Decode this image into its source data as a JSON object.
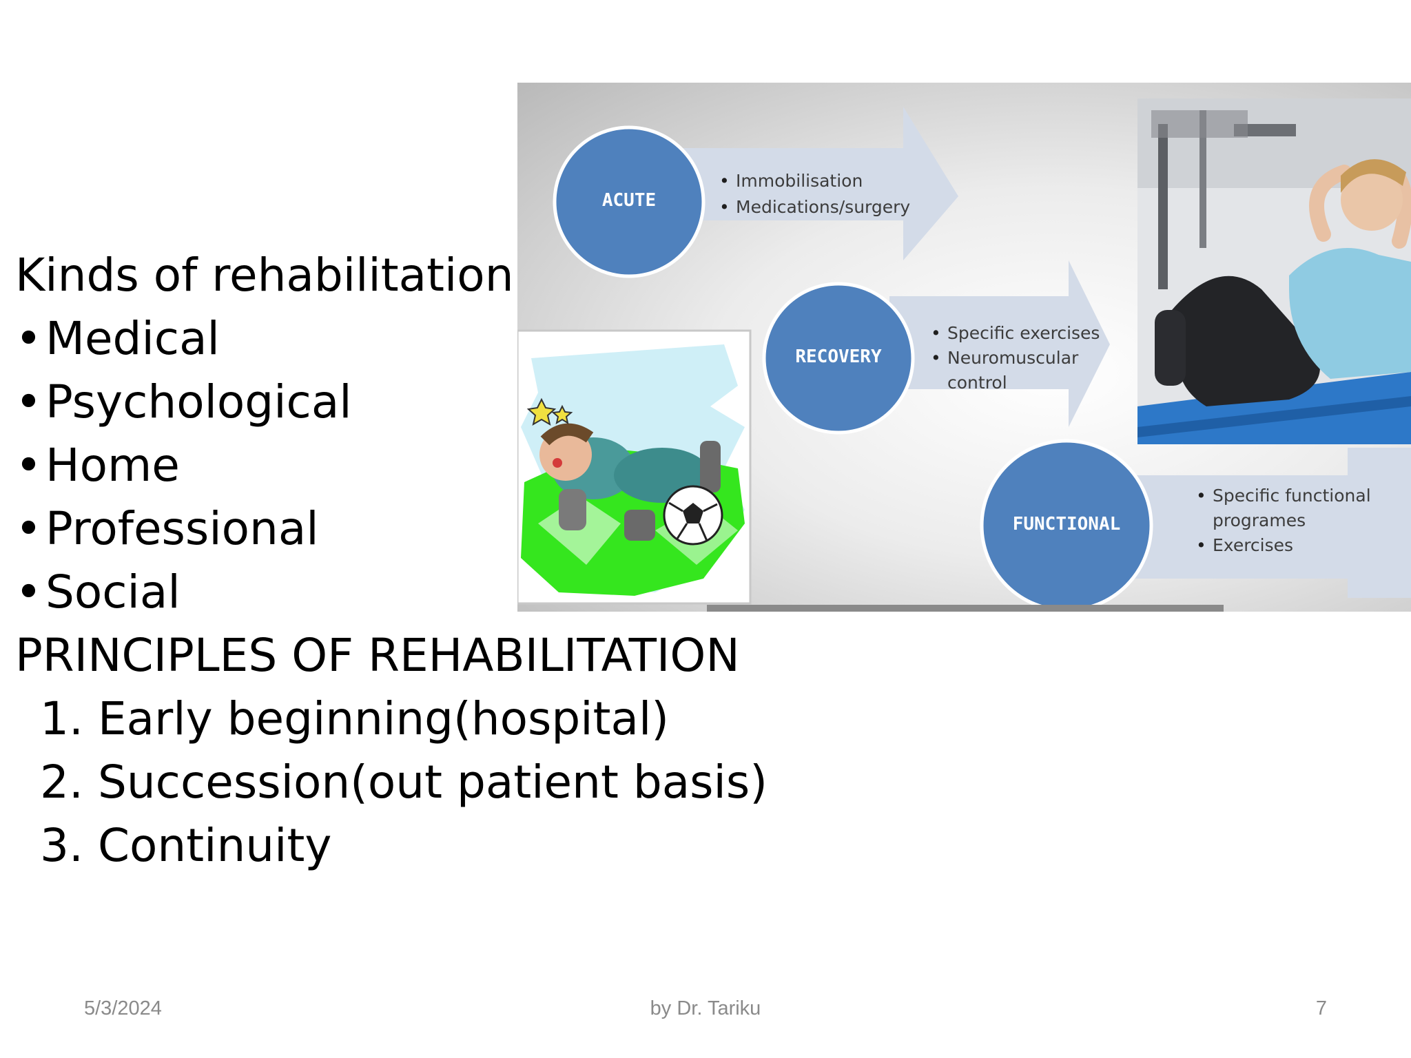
{
  "slide": {
    "heading": "Kinds of rehabilitation",
    "kinds": [
      "Medical",
      "Psychological",
      "Home",
      "Professional",
      "Social"
    ],
    "principles_title": "PRINCIPLES OF REHABILITATION",
    "principles": [
      "1. Early beginning(hospital)",
      "2. Succession(out patient basis)",
      "3. Continuity"
    ]
  },
  "figure": {
    "phases": [
      {
        "label": "ACUTE",
        "items": [
          "Immobilisation",
          "Medications/surgery"
        ]
      },
      {
        "label": "RECOVERY",
        "items": [
          "Specific exercises",
          "Neuromuscular",
          "control"
        ]
      },
      {
        "label": "FUNCTIONAL",
        "items": [
          "Specific functional",
          "programes",
          "Exercises"
        ]
      }
    ],
    "colors": {
      "circle": "#4f81bd",
      "arrow": "#d3dbe8",
      "grass": "#35e61e",
      "mat": "#2d78c8"
    }
  },
  "footer": {
    "date": "5/3/2024",
    "author": "by Dr. Tariku",
    "page": "7"
  }
}
